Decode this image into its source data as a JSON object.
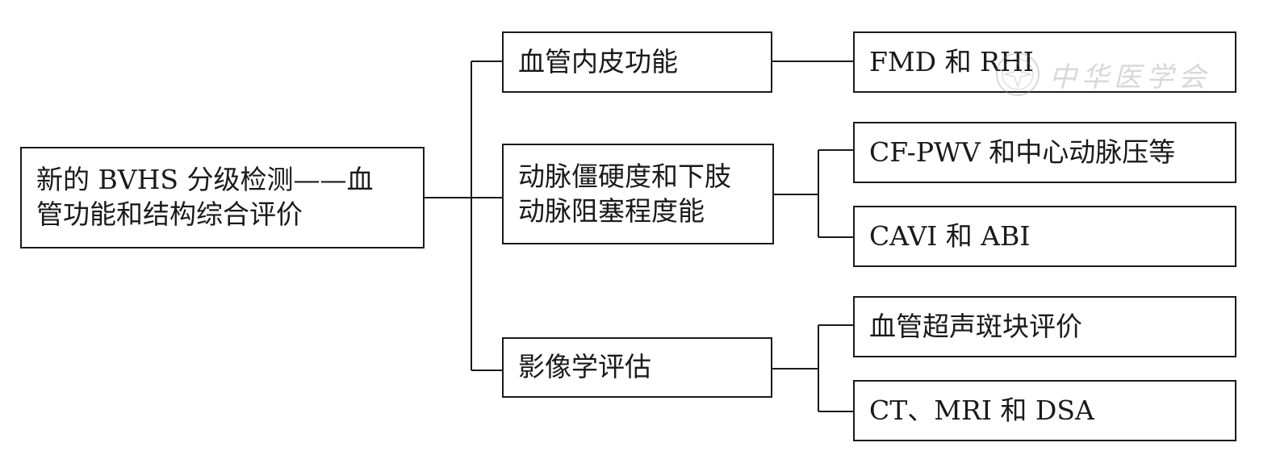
{
  "diagram": {
    "root": {
      "label": "新的 BVHS 分级检测——血\n管功能和结构综合评价"
    },
    "level1": [
      {
        "label": "血管内皮功能"
      },
      {
        "label": "动脉僵硬度和下肢\n动脉阻塞程度能"
      },
      {
        "label": "影像学评估"
      }
    ],
    "level2": [
      {
        "label": "FMD 和 RHI"
      },
      {
        "label": "CF-PWV 和中心动脉压等"
      },
      {
        "label": "CAVI 和 ABI"
      },
      {
        "label": "血管超声斑块评价"
      },
      {
        "label": "CT、MRI 和 DSA"
      }
    ]
  },
  "watermark": {
    "text": "中华医学会"
  },
  "colors": {
    "line": "#1a1a1a",
    "text": "#1a1a1a",
    "background": "#ffffff",
    "watermark": "#888888"
  }
}
